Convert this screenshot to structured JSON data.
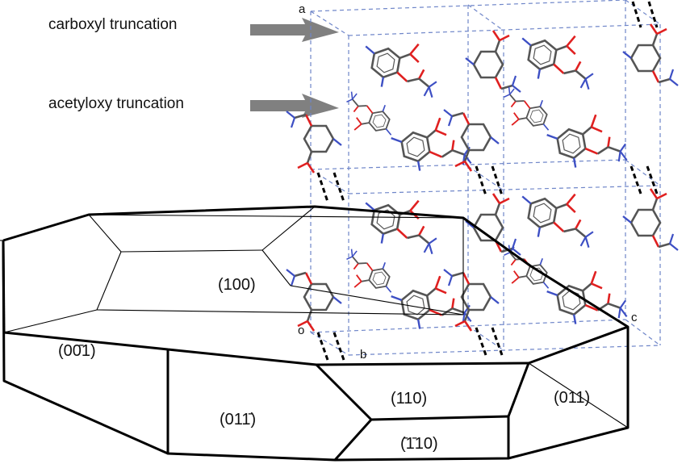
{
  "callouts": {
    "carboxyl": "carboxyl truncation",
    "acetyloxy": "acetyloxy truncation"
  },
  "axes": {
    "a": "a",
    "origin": "o",
    "b": "b",
    "c": "c"
  },
  "facets": {
    "f100": "(100)",
    "f001bar": "(00̄1)",
    "f011bar": "(011̄)",
    "f110": "(110)",
    "f110bar": "(̄1̄10)",
    "f011": "(011)"
  },
  "colors": {
    "cell_edge": "#6f86c9",
    "carbon": "#555555",
    "oxygen": "#e02020",
    "hydrogen": "#3d4fc4",
    "arrow": "#808080"
  }
}
